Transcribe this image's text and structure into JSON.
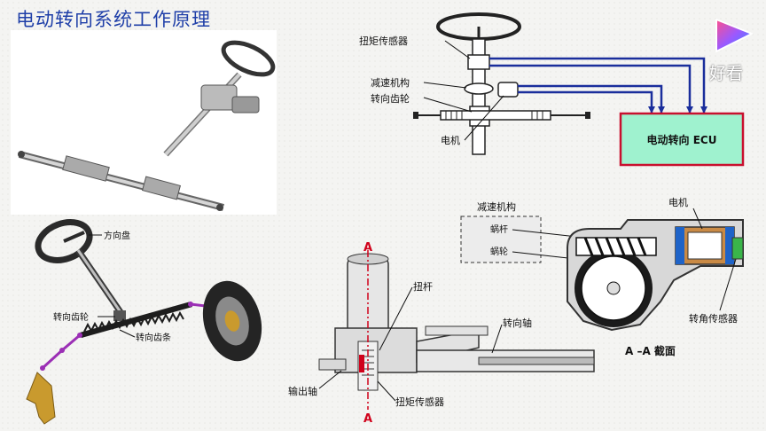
{
  "title": "电动转向系统工作原理",
  "watermark": {
    "text": "好看"
  },
  "left_diagram": {
    "steering_wheel": "方向盘",
    "steering_pinion": "转向齿轮",
    "steering_rack": "转向齿条"
  },
  "top_diagram": {
    "torque_sensor": "扭矩传感器",
    "reducer": "减速机构",
    "pinion": "转向齿轮",
    "motor": "电机",
    "ecu": "电动转向 ECU"
  },
  "bottom_diagram": {
    "reducer_box_title": "减速机构",
    "worm": "蜗杆",
    "worm_wheel": "蜗轮",
    "motor": "电机",
    "angle_sensor": "转角传感器",
    "section_label": "A –A 截面",
    "section_mark_top": "A",
    "section_mark_bottom": "A",
    "torsion_bar": "扭杆",
    "steering_shaft": "转向轴",
    "output_shaft": "输出轴",
    "torque_sensor": "扭矩传感器"
  },
  "colors": {
    "title": "#1f3fa8",
    "ecu_fill": "#9ff2cf",
    "ecu_border": "#c8102e",
    "signal_line": "#1a2e9c",
    "section_line": "#d0021b",
    "linkage": "#9b2fb5",
    "motor_coil": "#1e63c8"
  }
}
